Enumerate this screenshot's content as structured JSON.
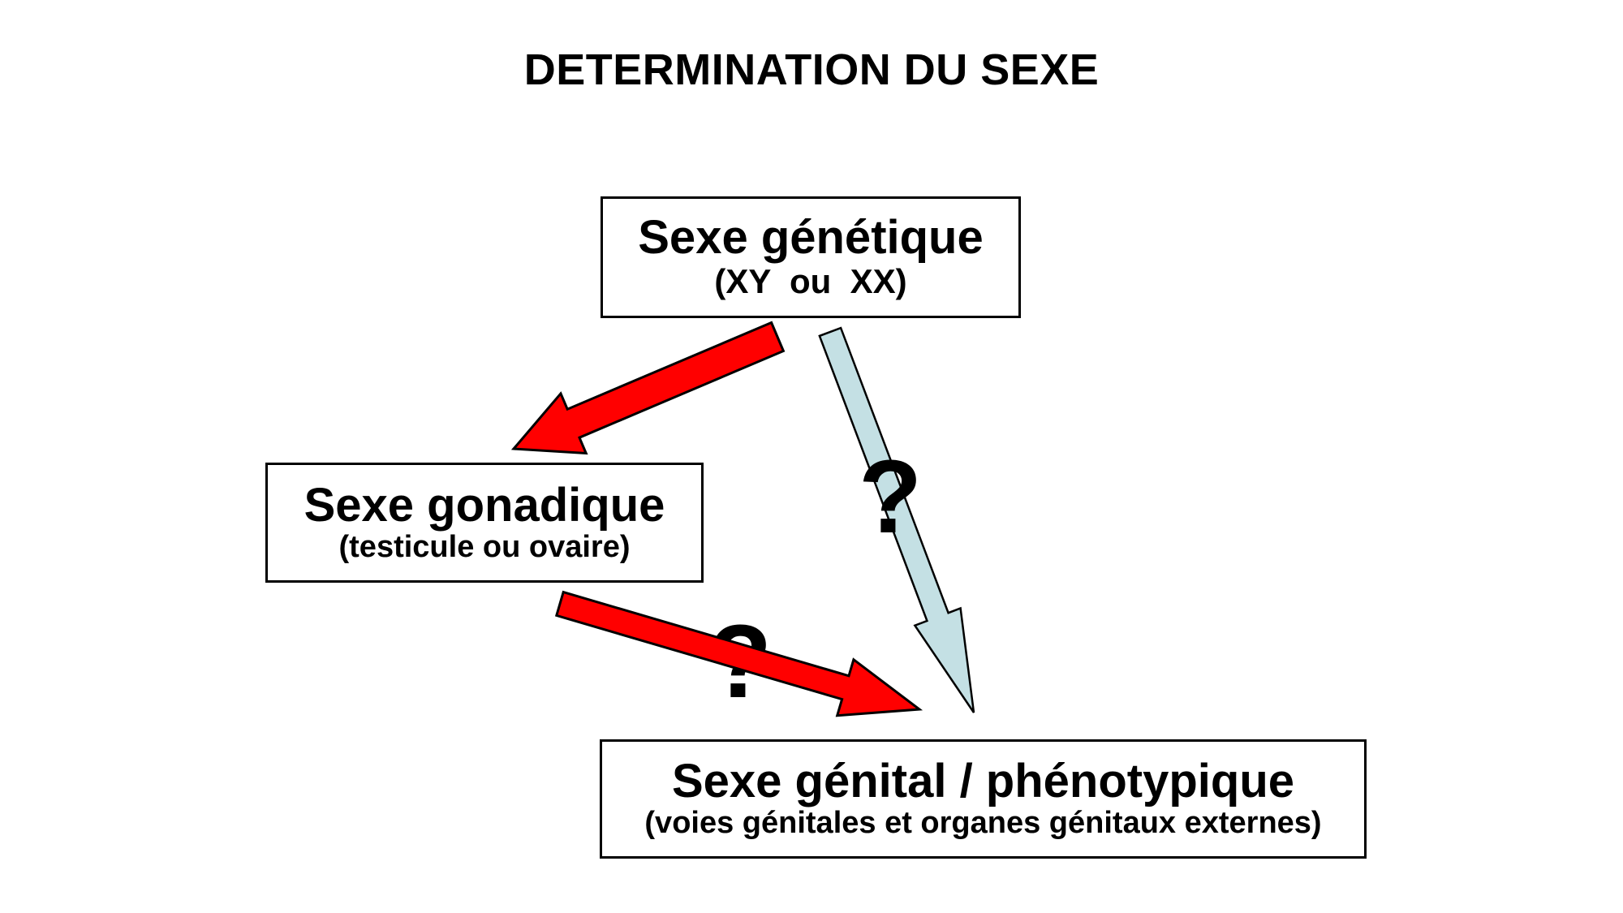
{
  "title": "DETERMINATION DU SEXE",
  "nodes": {
    "genetic": {
      "label": "Sexe génétique",
      "sublabel": "(XY  ou  XX)"
    },
    "gonadal": {
      "label": "Sexe gonadique",
      "sublabel": "(testicule ou ovaire)"
    },
    "genital": {
      "label": "Sexe génital / phénotypique",
      "sublabel": "(voies génitales et organes génitaux externes)"
    }
  },
  "annotations": {
    "question_genetic_to_genital": "?",
    "question_gonadal_to_genital": "?"
  },
  "colors": {
    "background": "#FFFFFF",
    "text": "#000000",
    "box_border": "#000000",
    "box_fill": "#FFFFFF",
    "arrow_red": "#FF0000",
    "arrow_blue": "#C4E0E4",
    "arrow_outline": "#000000"
  }
}
